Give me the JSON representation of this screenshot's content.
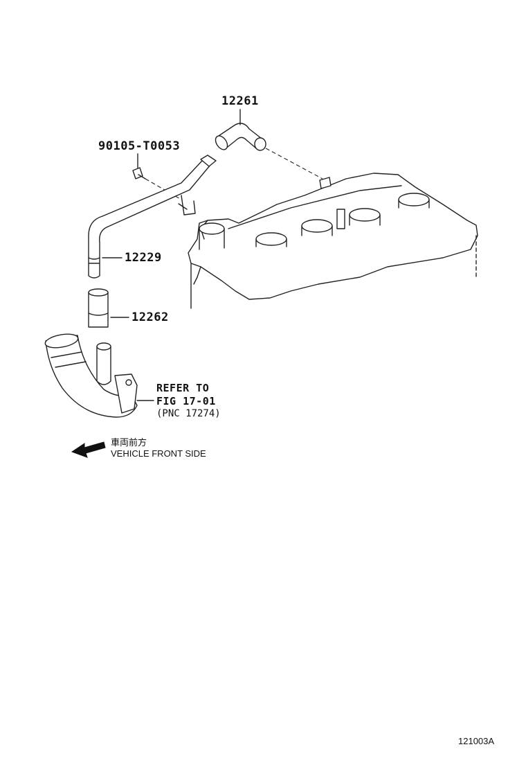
{
  "parts": {
    "hose_12261": "12261",
    "bolt": "90105-T0053",
    "pipe_12229": "12229",
    "hose_12262": "12262"
  },
  "reference": {
    "line1": "REFER TO",
    "line2": "FIG 17-01",
    "line3": "(PNC 17274)"
  },
  "direction": {
    "japanese": "車両前方",
    "english": "VEHICLE FRONT SIDE"
  },
  "figure_id": "121003A"
}
